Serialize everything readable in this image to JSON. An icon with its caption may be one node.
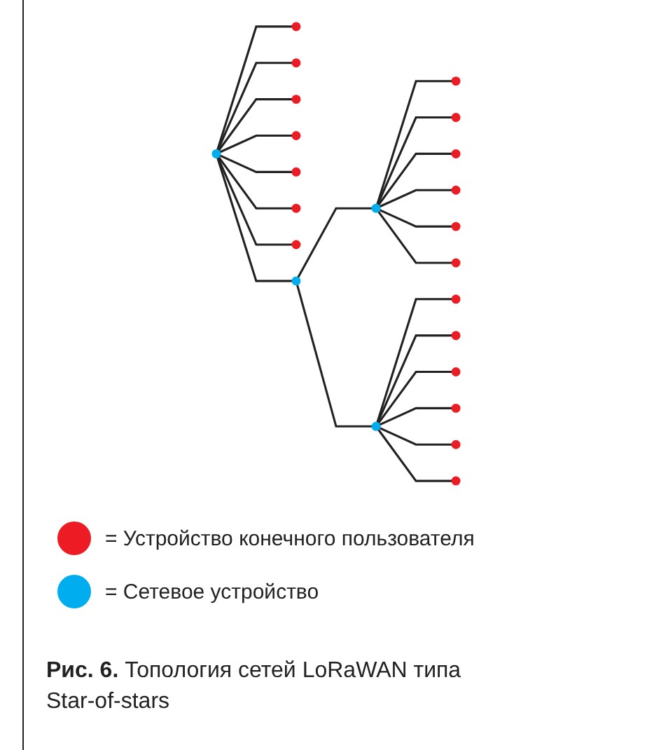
{
  "diagram": {
    "caption": "**Рис. 6.** Топология сетей LoRaWAN типа Star-of-stars",
    "nodes": [
      {
        "text": [],
        "shape": "circle"
      },
      {
        "text": [],
        "shape": "circle"
      },
      {
        "text": [],
        "shape": "circle"
      },
      {
        "text": [],
        "shape": "circle"
      },
      {
        "text": [],
        "shape": "circle"
      },
      {
        "text": [],
        "shape": "circle"
      },
      {
        "text": [],
        "shape": "circle"
      },
      {
        "text": [],
        "shape": "circle"
      },
      {
        "text": [],
        "shape": "circle"
      },
      {
        "text": [],
        "shape": "circle"
      },
      {
        "text": [],
        "shape": "circle"
      },
      {
        "text": [],
        "shape": "circle"
      },
      {
        "text": [],
        "shape": "circle"
      },
      {
        "text": [],
        "shape": "circle"
      },
      {
        "text": [],
        "shape": "circle"
      },
      {
        "text": [],
        "shape": "circle"
      },
      {
        "text": [],
        "shape": "circle"
      },
      {
        "text": [],
        "shape": "circle"
      },
      {
        "text": [],
        "shape": "circle"
      },
      {
        "text": [],
        "shape": "circle"
      },
      {
        "text": [],
        "shape": "circle"
      },
      {
        "text": [],
        "shape": "circle"
      },
      {
        "text": [],
        "shape": "circle"
      }
    ],
    "edges": [
      {
        "from": 0,
        "to": 1,
        "arrow": "none"
      },
      {
        "from": 0,
        "to": 2,
        "arrow": "none"
      },
      {
        "from": 0,
        "to": 3,
        "arrow": "none"
      },
      {
        "from": 0,
        "to": 4,
        "arrow": "none"
      },
      {
        "from": 0,
        "to": 5,
        "arrow": "none"
      },
      {
        "from": 0,
        "to": 6,
        "arrow": "none"
      },
      {
        "from": 0,
        "to": 7,
        "arrow": "none"
      },
      {
        "from": 0,
        "to": 8,
        "arrow": "none"
      },
      {
        "from": 8,
        "to": 9,
        "arrow": "none"
      },
      {
        "from": 9,
        "to": 10,
        "arrow": "none"
      },
      {
        "from": 9,
        "to": 11,
        "arrow": "none"
      },
      {
        "from": 9,
        "to": 12,
        "arrow": "none"
      },
      {
        "from": 9,
        "to": 13,
        "arrow": "none"
      },
      {
        "from": 9,
        "to": 14,
        "arrow": "none"
      },
      {
        "from": 9,
        "to": 15,
        "arrow": "none"
      },
      {
        "from": 8,
        "to": 16,
        "arrow": "none"
      },
      {
        "from": 16,
        "to": 17,
        "arrow": "none"
      },
      {
        "from": 16,
        "to": 18,
        "arrow": "none"
      },
      {
        "from": 16,
        "to": 19,
        "arrow": "none"
      },
      {
        "from": 16,
        "to": 20,
        "arrow": "none"
      },
      {
        "from": 16,
        "to": 21,
        "arrow": "none"
      },
      {
        "from": 16,
        "to": 22,
        "arrow": "none"
      }
    ],
    "legend": [
      {
        "text": "= Устройство конечного пользователя",
        "color": "#ed1c24"
      },
      {
        "text": "= Сетевое устройство",
        "color": "#00aeef"
      }
    ]
  }
}
